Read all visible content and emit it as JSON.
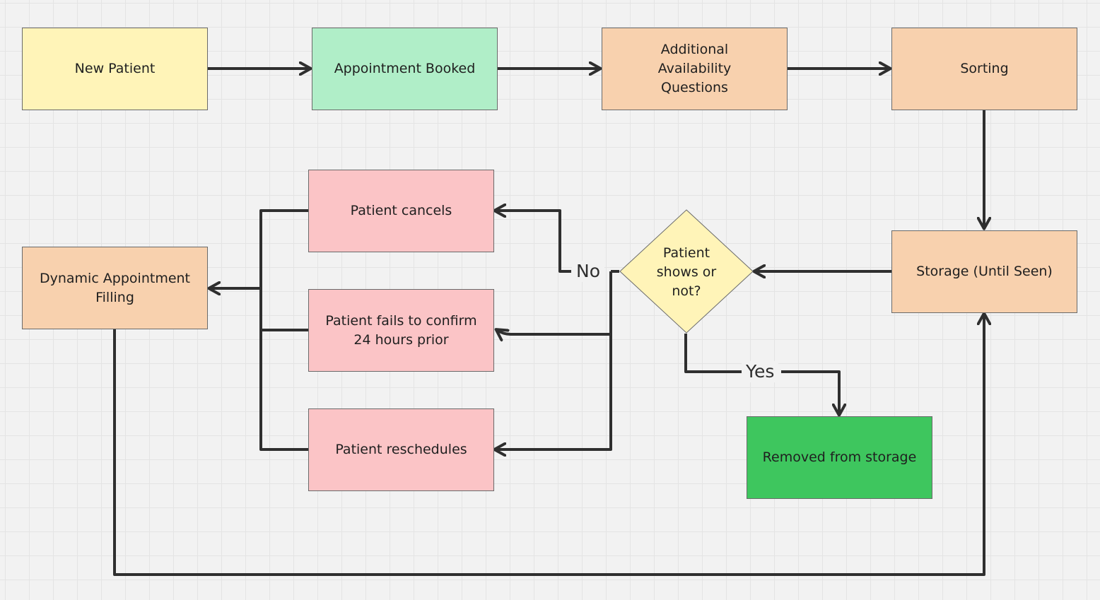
{
  "nodes": {
    "new_patient": "New Patient",
    "appointment_booked": "Appointment Booked",
    "additional_questions": "Additional Availability Questions",
    "sorting": "Sorting",
    "storage": "Storage (Until Seen)",
    "decision": "Patient shows or not?",
    "patient_cancels": "Patient cancels",
    "fails_to_confirm": "Patient fails to confirm 24 hours prior",
    "reschedules": "Patient reschedules",
    "dynamic_filling": "Dynamic Appointment Filling",
    "removed": "Removed from storage"
  },
  "edge_labels": {
    "no": "No",
    "yes": "Yes"
  },
  "colors": {
    "yellow": "#fff4b8",
    "light_green": "#b0eec8",
    "orange": "#f8d1ae",
    "pink": "#fbc4c6",
    "green": "#3ec65e",
    "connector": "#2f2f2f"
  }
}
